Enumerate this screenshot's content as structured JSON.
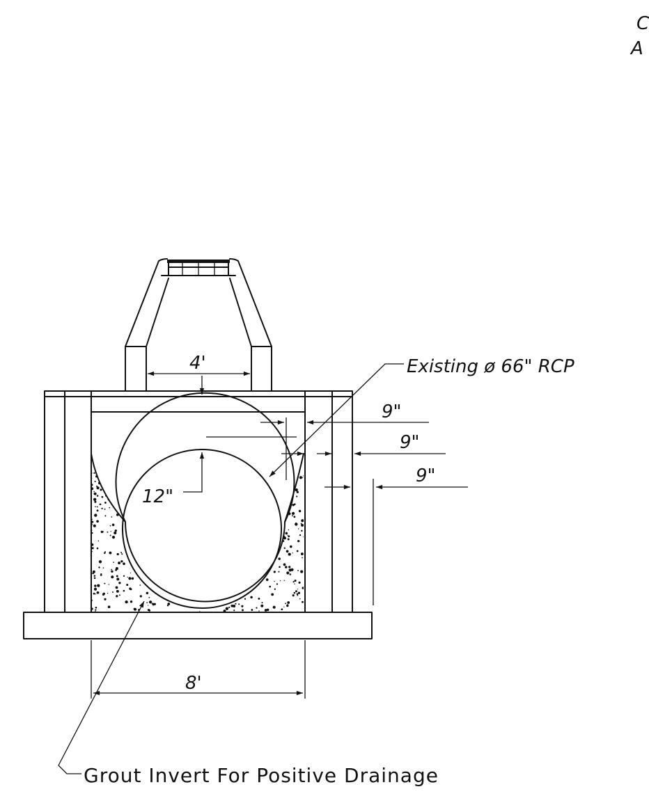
{
  "corner_text": {
    "line1": "C",
    "line2": "A"
  },
  "labels": {
    "dim_4ft": "4'",
    "existing_pipe": "Existing ø 66\" RCP",
    "dim_9in_a": "9\"",
    "dim_9in_b": "9\"",
    "dim_9in_c": "9\"",
    "dim_12in": "12\"",
    "dim_8ft": "8'",
    "grout_note": "Grout Invert For Positive Drainage"
  },
  "colors": {
    "ink": "#111111",
    "paper": "#ffffff"
  }
}
